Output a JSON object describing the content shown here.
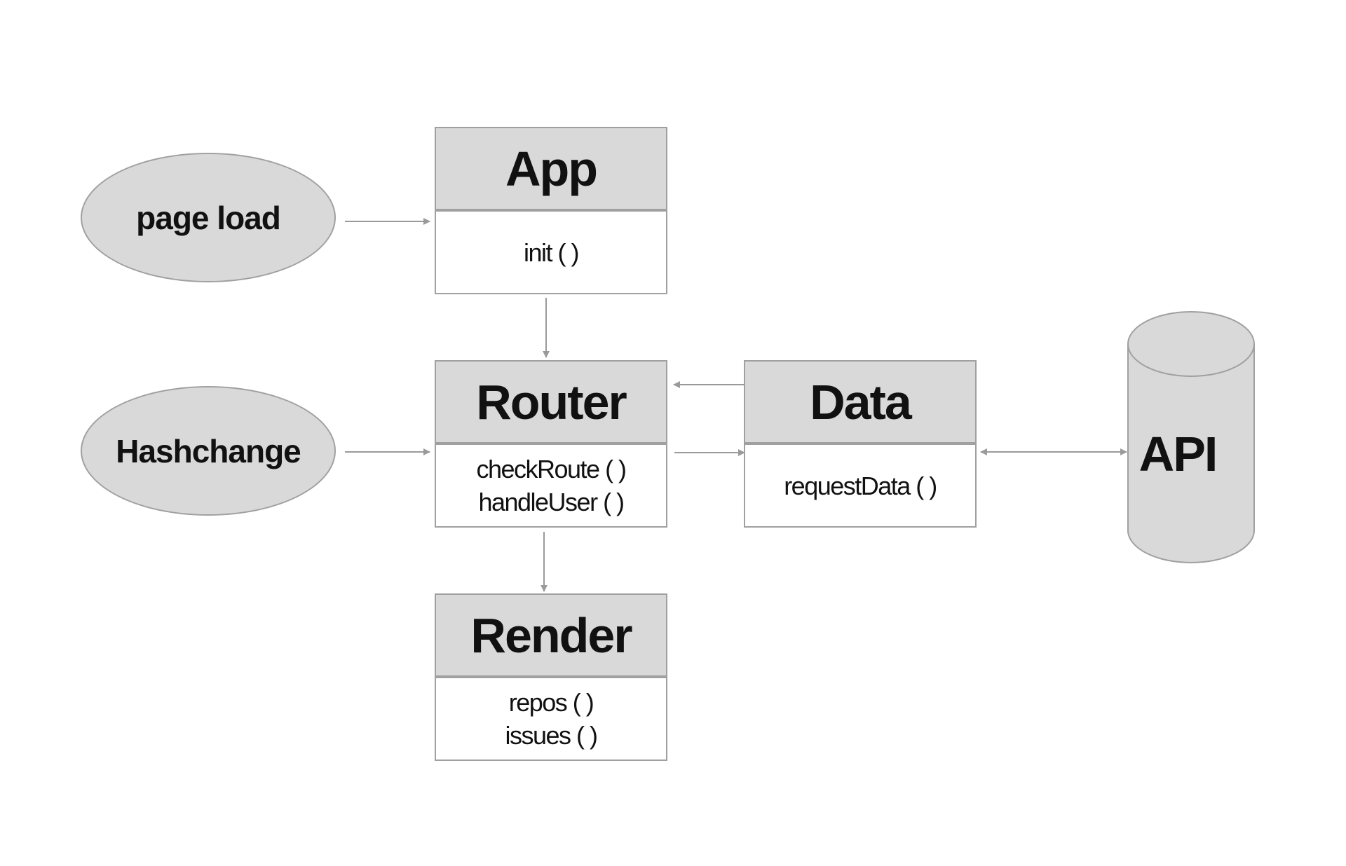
{
  "diagram": {
    "events": {
      "page_load": "page load",
      "hashchange": "Hashchange"
    },
    "classes": {
      "app": {
        "title": "App",
        "methods": [
          "init ( )"
        ]
      },
      "router": {
        "title": "Router",
        "methods": [
          "checkRoute ( )",
          "handleUser ( )"
        ]
      },
      "data": {
        "title": "Data",
        "methods": [
          "requestData ( )"
        ]
      },
      "render": {
        "title": "Render",
        "methods": [
          "repos ( )",
          "issues ( )"
        ]
      }
    },
    "datastore": {
      "api": "API"
    },
    "colors": {
      "fill": "#d9d9d9",
      "stroke": "#a0a0a0",
      "text": "#111111",
      "background": "#ffffff"
    }
  }
}
